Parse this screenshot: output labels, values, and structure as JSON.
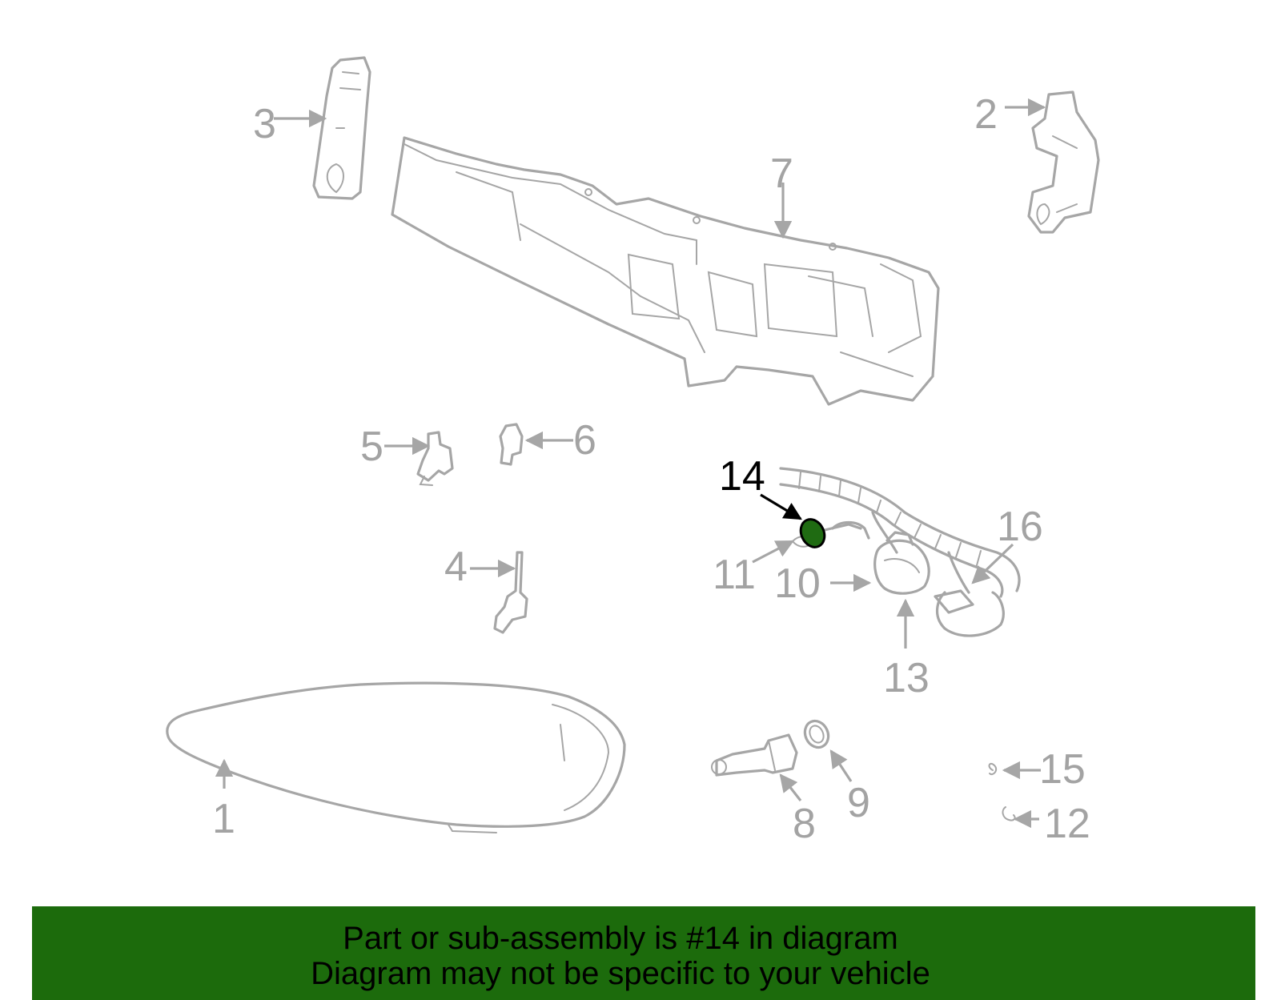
{
  "diagram": {
    "highlighted_callout": "14",
    "highlight_color": "#1f6b12",
    "callouts": [
      "1",
      "2",
      "3",
      "4",
      "5",
      "6",
      "7",
      "8",
      "9",
      "10",
      "11",
      "12",
      "13",
      "14",
      "15",
      "16"
    ]
  },
  "banner": {
    "line1": "Part or sub-assembly is #14 in diagram",
    "line2": "Diagram may not be specific to your vehicle",
    "background": "#1c6b0c"
  }
}
